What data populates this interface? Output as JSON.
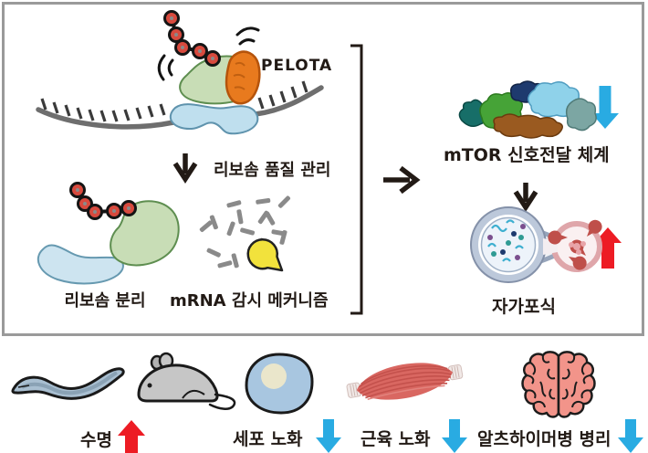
{
  "panel": {
    "pelota_label": "PELOTA",
    "quality_control_label": "리보솜 품질 관리",
    "ribosome_separation_label": "리보솜 분리",
    "mrna_surveillance_label": "mRNA 감시 메커니즘",
    "mtor_label": "mTOR 신호전달 체계",
    "mtor_trend": "down",
    "autophagy_label": "자가포식",
    "autophagy_trend": "up"
  },
  "outcomes": [
    {
      "label": "수명",
      "trend": "up",
      "icons": [
        "worm-icon",
        "mouse-icon"
      ]
    },
    {
      "label": "세포 노화",
      "trend": "down",
      "icons": [
        "cell-icon"
      ]
    },
    {
      "label": "근육 노화",
      "trend": "down",
      "icons": [
        "muscle-icon"
      ]
    },
    {
      "label": "알츠하이머병 병리",
      "trend": "down",
      "icons": [
        "brain-icon"
      ]
    }
  ],
  "icons": [
    "ribosome-large-subunit-icon",
    "ribosome-small-subunit-icon",
    "pelota-protein-icon",
    "mrna-strand-icon",
    "peptide-chain-icon",
    "vibration-marks-icon",
    "mrna-fragments-icon",
    "nuclease-pacman-icon",
    "mtor-complex-icon",
    "autophagosome-lysosome-icon",
    "worm-icon",
    "mouse-icon",
    "cell-icon",
    "muscle-icon",
    "brain-icon",
    "bracket",
    "right-arrow-icon",
    "down-arrow-icon",
    "up-arrow-icon"
  ],
  "colors": {
    "up_arrow": "#ed1c24",
    "down_arrow": "#29abe2",
    "box_border": "#9a9a9a",
    "text": "#221a15",
    "ribosome_green": "#c8ddb6",
    "ribosome_blue": "#bfdfee",
    "pelota_orange": "#e87a1e",
    "pacman_yellow": "#f2e23c"
  }
}
